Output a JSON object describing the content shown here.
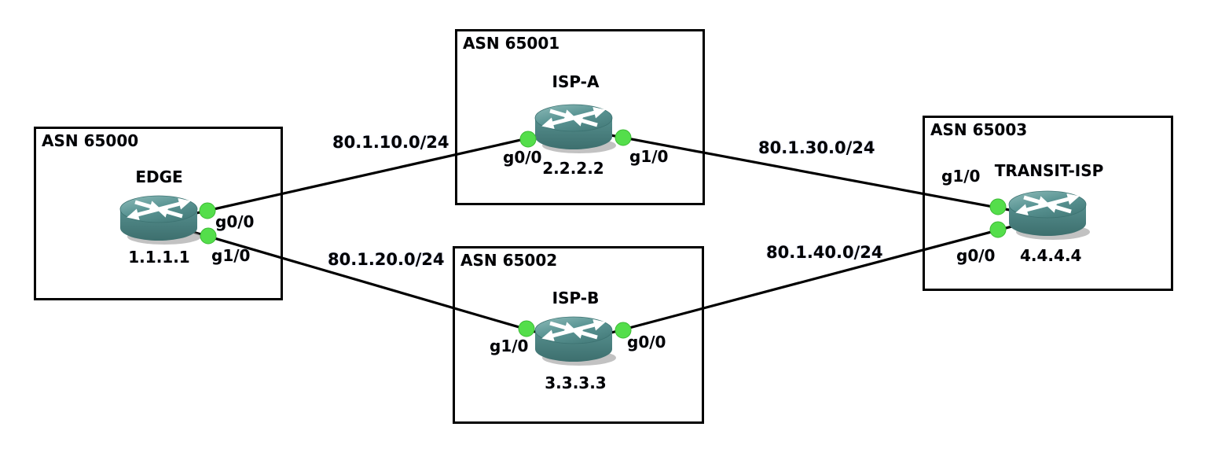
{
  "diagram_type": "network-topology",
  "colors": {
    "background": "#ffffff",
    "link_line": "#000000",
    "interface_dot": "#54de4b",
    "interface_dot_border": "#3cba35",
    "router_body": "#4e8888",
    "router_top_light": "#8fbcba",
    "box_border": "#000000",
    "text": "#000000"
  },
  "asn_boxes": [
    {
      "label": "ASN 65000"
    },
    {
      "label": "ASN 65001"
    },
    {
      "label": "ASN 65002"
    },
    {
      "label": "ASN 65003"
    }
  ],
  "routers": [
    {
      "name": "EDGE",
      "ip": "1.1.1.1",
      "asn": "ASN 65000",
      "interfaces": [
        {
          "label": "g0/0"
        },
        {
          "label": "g1/0"
        }
      ]
    },
    {
      "name": "ISP-A",
      "ip": "2.2.2.2",
      "asn": "ASN 65001",
      "interfaces": [
        {
          "label": "g0/0"
        },
        {
          "label": "g1/0"
        }
      ]
    },
    {
      "name": "ISP-B",
      "ip": "3.3.3.3",
      "asn": "ASN 65002",
      "interfaces": [
        {
          "label": "g1/0"
        },
        {
          "label": "g0/0"
        }
      ]
    },
    {
      "name": "TRANSIT-ISP",
      "ip": "4.4.4.4",
      "asn": "ASN 65003",
      "interfaces": [
        {
          "label": "g1/0"
        },
        {
          "label": "g0/0"
        }
      ]
    }
  ],
  "links": [
    {
      "subnet": "80.1.10.0/24",
      "from": "EDGE g0/0",
      "to": "ISP-A g0/0"
    },
    {
      "subnet": "80.1.20.0/24",
      "from": "EDGE g1/0",
      "to": "ISP-B g1/0"
    },
    {
      "subnet": "80.1.30.0/24",
      "from": "ISP-A g1/0",
      "to": "TRANSIT-ISP g1/0"
    },
    {
      "subnet": "80.1.40.0/24",
      "from": "ISP-B g0/0",
      "to": "TRANSIT-ISP g0/0"
    }
  ]
}
